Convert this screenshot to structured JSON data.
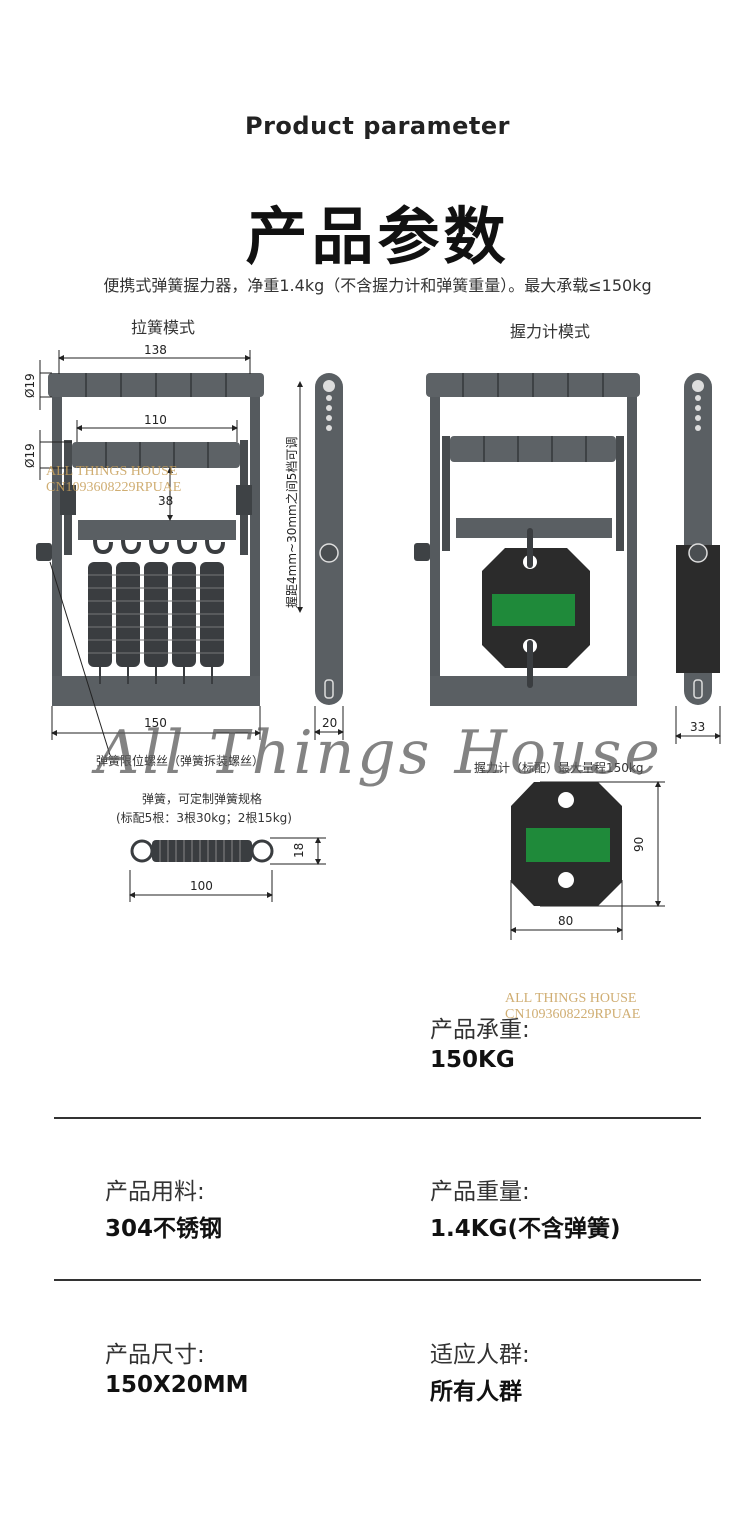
{
  "header": {
    "title_en": "Product parameter",
    "title_cn": "产品参数",
    "description": "便携式弹簧握力器，净重1.4kg（不含握力计和弹簧重量）。最大承载≤150kg"
  },
  "diagram": {
    "left_mode_label": "拉簧模式",
    "right_mode_label": "握力计模式",
    "dims": {
      "d138": "138",
      "d110": "110",
      "d38": "38",
      "dia19_top": "Ø19",
      "dia19_mid": "Ø19",
      "d150": "150",
      "d20": "20",
      "d33": "33",
      "d18": "18",
      "d100": "100",
      "d90": "90",
      "d80": "80",
      "grip_adjust": "握距4mm~30mm之间5档可调"
    },
    "notes": {
      "limit_screw": "弹簧限位螺丝（弹簧拆装螺丝）",
      "dynamometer": "握力计（标配）最大量程150kg",
      "spring_line1": "弹簧，可定制弹簧规格",
      "spring_line2": "(标配5根：3根30kg；2根15kg)"
    }
  },
  "watermark": {
    "big": "All Things House",
    "small1_line1": "ALL THINGS HOUSE",
    "small1_line2": "CN1093608229RPUAE",
    "small2_line1": "ALL THINGS HOUSE",
    "small2_line2": "CN1093608229RPUAE"
  },
  "specs": {
    "load": {
      "label": "产品承重:",
      "value": "150KG"
    },
    "material": {
      "label": "产品用料:",
      "value": "304不锈钢"
    },
    "weight": {
      "label": "产品重量:",
      "value": "1.4KG(不含弹簧)"
    },
    "size": {
      "label": "产品尺寸:",
      "value": "150X20MM"
    },
    "audience": {
      "label": "适应人群:",
      "value": "所有人群"
    }
  },
  "colors": {
    "frame": "#555a5e",
    "frame_dark": "#3e4245",
    "gauge_body": "#2b2b2b",
    "gauge_screen": "#1f8a3a",
    "divider": "#333333"
  }
}
